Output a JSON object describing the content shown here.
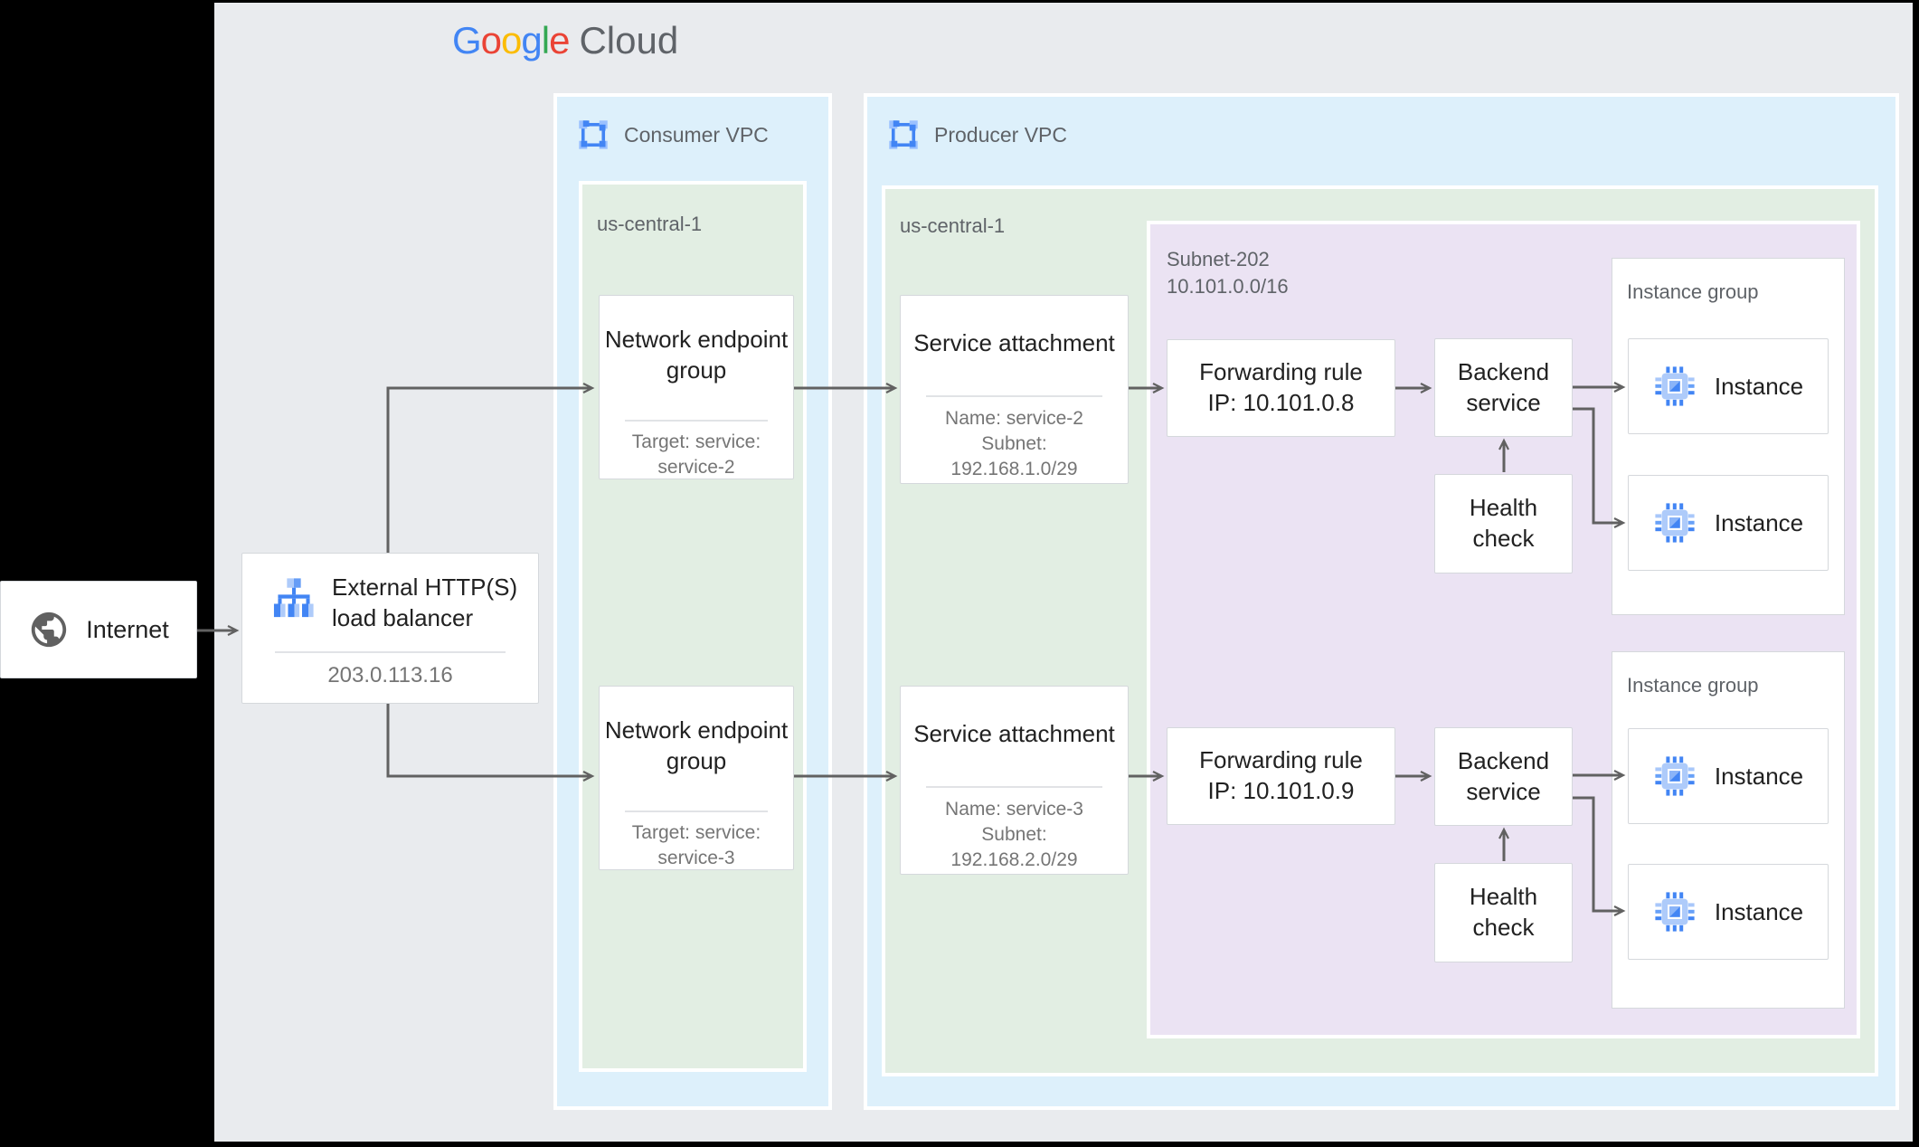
{
  "logo": {
    "letters": [
      {
        "ch": "G",
        "color": "#4285F4"
      },
      {
        "ch": "o",
        "color": "#EA4335"
      },
      {
        "ch": "o",
        "color": "#FBBC05"
      },
      {
        "ch": "g",
        "color": "#4285F4"
      },
      {
        "ch": "l",
        "color": "#34A853"
      },
      {
        "ch": "e",
        "color": "#EA4335"
      }
    ],
    "cloud": "Cloud"
  },
  "internet": {
    "label": "Internet"
  },
  "load_balancer": {
    "title": "External HTTP(S) load balancer",
    "ip": "203.0.113.16"
  },
  "consumer_vpc": {
    "title": "Consumer VPC",
    "region": {
      "label": "us-central-1",
      "negs": [
        {
          "title": "Network endpoint group",
          "target_line1": "Target: service:",
          "target_line2": "service-2"
        },
        {
          "title": "Network endpoint group",
          "target_line1": "Target: service:",
          "target_line2": "service-3"
        }
      ]
    }
  },
  "producer_vpc": {
    "title": "Producer VPC",
    "region": {
      "label": "us-central-1",
      "service_attachments": [
        {
          "title": "Service attachment",
          "name": "Name: service-2",
          "subnet_label": "Subnet:",
          "subnet_cidr": "192.168.1.0/29"
        },
        {
          "title": "Service attachment",
          "name": "Name: service-3",
          "subnet_label": "Subnet:",
          "subnet_cidr": "192.168.2.0/29"
        }
      ],
      "subnet": {
        "label": "Subnet-202",
        "cidr": "10.101.0.0/16",
        "forwarding_rules": [
          {
            "title": "Forwarding rule",
            "ip": "IP: 10.101.0.8"
          },
          {
            "title": "Forwarding rule",
            "ip": "IP: 10.101.0.9"
          }
        ],
        "backend_services": [
          {
            "label": "Backend service"
          },
          {
            "label": "Backend service"
          }
        ],
        "health_checks": [
          {
            "label": "Health check"
          },
          {
            "label": "Health check"
          }
        ],
        "instance_groups": [
          {
            "label": "Instance group",
            "instances": [
              {
                "label": "Instance"
              },
              {
                "label": "Instance"
              }
            ]
          },
          {
            "label": "Instance group",
            "instances": [
              {
                "label": "Instance"
              },
              {
                "label": "Instance"
              }
            ]
          }
        ]
      }
    }
  },
  "icons": {
    "internet": "globe-icon",
    "load_balancer": "load-balancer-icon",
    "vpc": "vpc-network-icon",
    "instance": "compute-chip-icon"
  },
  "colors": {
    "canvas": "#e9ebee",
    "vpc_bg": "#ddf0fb",
    "region_bg": "#e2eee3",
    "subnet_bg": "#ebe3f3",
    "arrow": "#616161",
    "accent_blue": "#4285F4",
    "text_primary": "#212121",
    "text_secondary": "#757575"
  }
}
